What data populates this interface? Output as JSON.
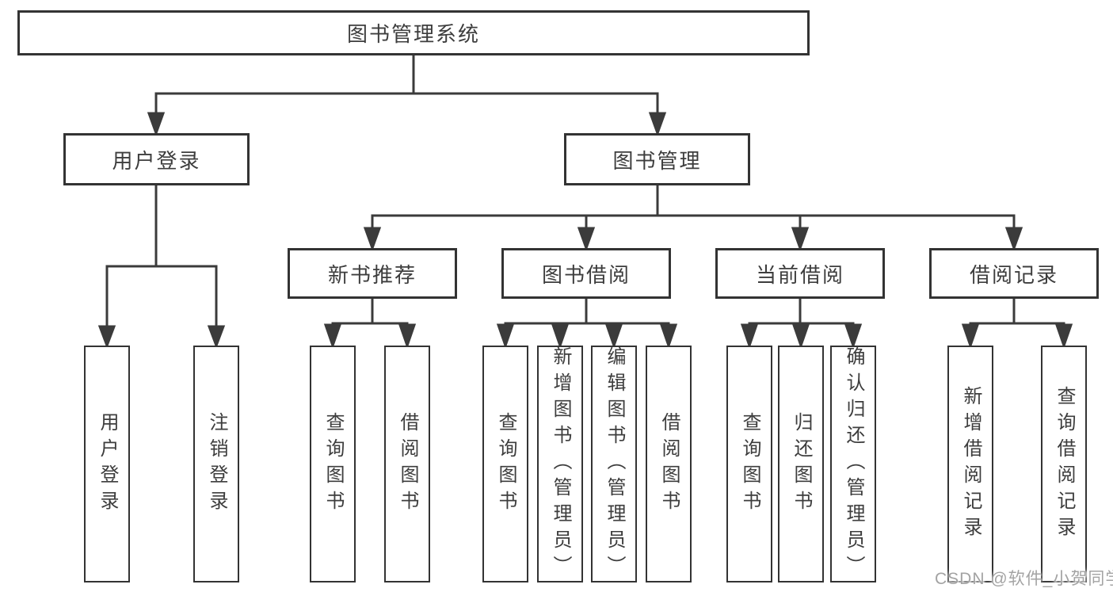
{
  "diagram": {
    "root": {
      "label": "图书管理系统"
    },
    "branches": [
      {
        "label": "用户登录",
        "children": [
          {
            "label": "用户登录"
          },
          {
            "label": "注销登录"
          }
        ]
      },
      {
        "label": "图书管理",
        "children": [
          {
            "label": "新书推荐",
            "children": [
              {
                "label": "查询图书"
              },
              {
                "label": "借阅图书"
              }
            ]
          },
          {
            "label": "图书借阅",
            "children": [
              {
                "label": "查询图书"
              },
              {
                "label": "新增图书（管理员）"
              },
              {
                "label": "编辑图书（管理员）"
              },
              {
                "label": "借阅图书"
              }
            ]
          },
          {
            "label": "当前借阅",
            "children": [
              {
                "label": "查询图书"
              },
              {
                "label": "归还图书"
              },
              {
                "label": "确认归还（管理员）"
              }
            ]
          },
          {
            "label": "借阅记录",
            "children": [
              {
                "label": "新增借阅记录"
              },
              {
                "label": "查询借阅记录"
              }
            ]
          }
        ]
      }
    ]
  },
  "watermark": {
    "text": "CSDN @软件_小贺同学"
  },
  "colors": {
    "line": "#3b3b3b",
    "border": "#333333",
    "text": "#3d3d3d",
    "background": "#ffffff",
    "watermark": "#a3a3a3"
  }
}
